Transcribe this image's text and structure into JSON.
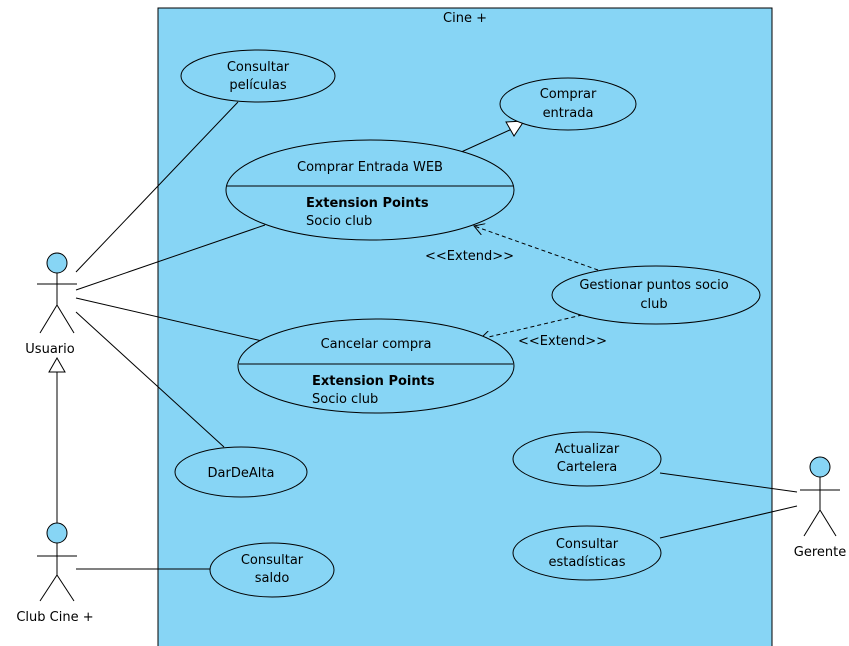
{
  "system": {
    "name": "Cine +"
  },
  "actors": {
    "usuario": "Usuario",
    "club": "Club Cine +",
    "gerente": "Gerente"
  },
  "use_cases": {
    "consultar_peliculas": [
      "Consultar",
      "películas"
    ],
    "comprar_entrada": [
      "Comprar",
      "entrada"
    ],
    "comprar_entrada_web": {
      "title": "Comprar Entrada WEB",
      "ext_title": "Extension Points",
      "ext_point": "Socio club"
    },
    "gestionar_puntos": [
      "Gestionar puntos socio",
      "club"
    ],
    "cancelar_compra": {
      "title": "Cancelar compra",
      "ext_title": "Extension Points",
      "ext_point": "Socio club"
    },
    "dar_de_alta": "DarDeAlta",
    "consultar_saldo": [
      "Consultar",
      "saldo"
    ],
    "actualizar_cartelera": [
      "Actualizar",
      "Cartelera"
    ],
    "consultar_estadisticas": [
      "Consultar",
      "estadísticas"
    ]
  },
  "relations": {
    "extend_1": "<<Extend>>",
    "extend_2": "<<Extend>>"
  },
  "colors": {
    "system_fill": "#87d5f5",
    "actor_head": "#87d5f5",
    "use_case_fill": "#87d5f5",
    "stroke": "#000000"
  }
}
